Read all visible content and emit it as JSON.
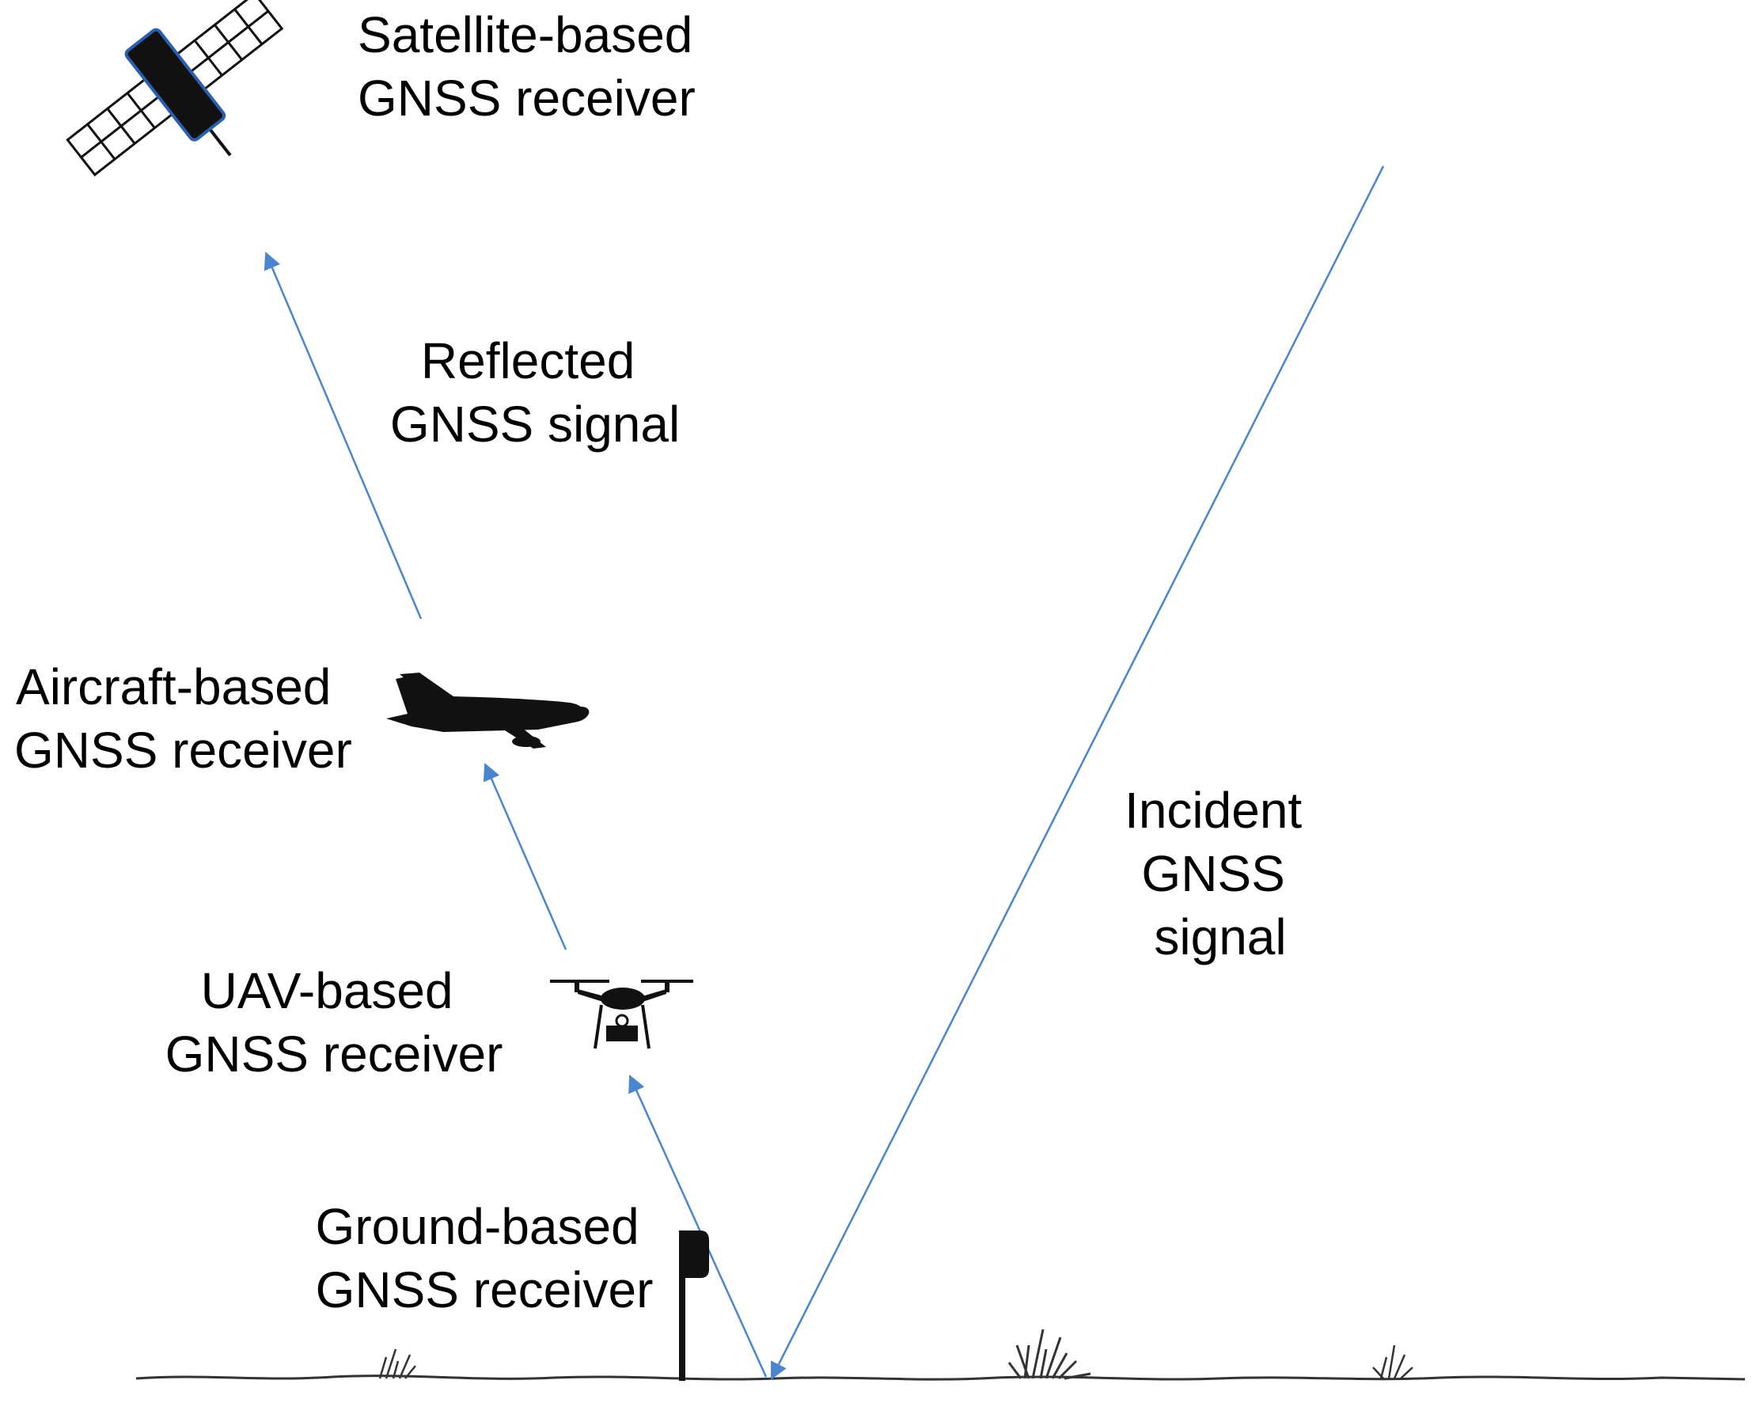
{
  "labels": {
    "satellite": [
      "Satellite-based",
      "GNSS receiver"
    ],
    "reflected": [
      "Reflected",
      "GNSS signal"
    ],
    "aircraft": [
      "Aircraft-based",
      "GNSS receiver"
    ],
    "uav": [
      "UAV-based",
      "GNSS receiver"
    ],
    "ground": [
      "Ground-based",
      "GNSS receiver"
    ],
    "incident": [
      "Incident",
      "GNSS",
      "signal"
    ]
  },
  "colors": {
    "signal_line": "#4a86d0",
    "silhouette": "#111111",
    "text": "#000000",
    "ground": "#333333"
  },
  "icons": [
    "satellite-icon",
    "aircraft-icon",
    "drone-icon",
    "ground-receiver-icon",
    "grass-tuft-icon"
  ]
}
